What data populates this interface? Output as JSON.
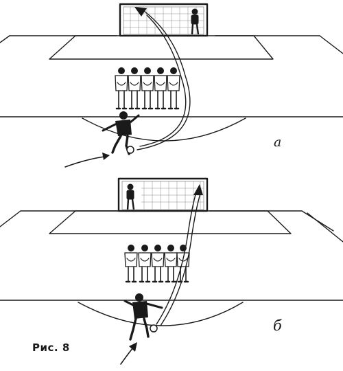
{
  "figure": {
    "caption": "Рис. 8",
    "panels": [
      {
        "label": "а"
      },
      {
        "label": "б"
      }
    ]
  }
}
